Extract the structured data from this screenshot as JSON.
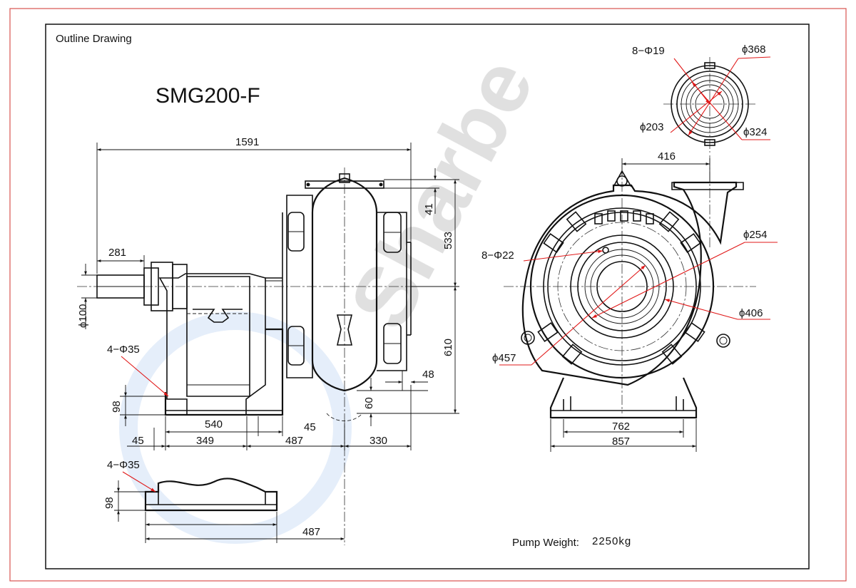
{
  "sheet_label": "Outline Drawing",
  "model": "SMG200-F",
  "weight_label": "Pump Weight:",
  "weight_value": "2250kg",
  "watermark_text": "Sharbe",
  "colors": {
    "frame": "#d9534f",
    "leader": "#e01818",
    "line": "#111111"
  },
  "dimensions": {
    "overall_length": "1591",
    "shaft_extension": "281",
    "shaft_dia": "ϕ100",
    "foot_holes": "4−Φ35",
    "foot_height": "98",
    "d540": "540",
    "d45_mid": "45",
    "d45_left": "45",
    "d349": "349",
    "d487": "487",
    "d330": "330",
    "d41": "41",
    "d533": "533",
    "d610": "610",
    "d48": "48",
    "d60": "60",
    "base_holes": "4−Φ35",
    "base_height": "98",
    "base_487": "487",
    "outlet_holes": "8−Φ19",
    "outlet_d368": "ϕ368",
    "outlet_d324": "ϕ324",
    "outlet_d203": "ϕ203",
    "d416": "416",
    "inlet_holes": "8−Φ22",
    "inlet_d254": "ϕ254",
    "inlet_d406": "ϕ406",
    "inlet_d457": "ϕ457",
    "d762": "762",
    "d857": "857"
  }
}
